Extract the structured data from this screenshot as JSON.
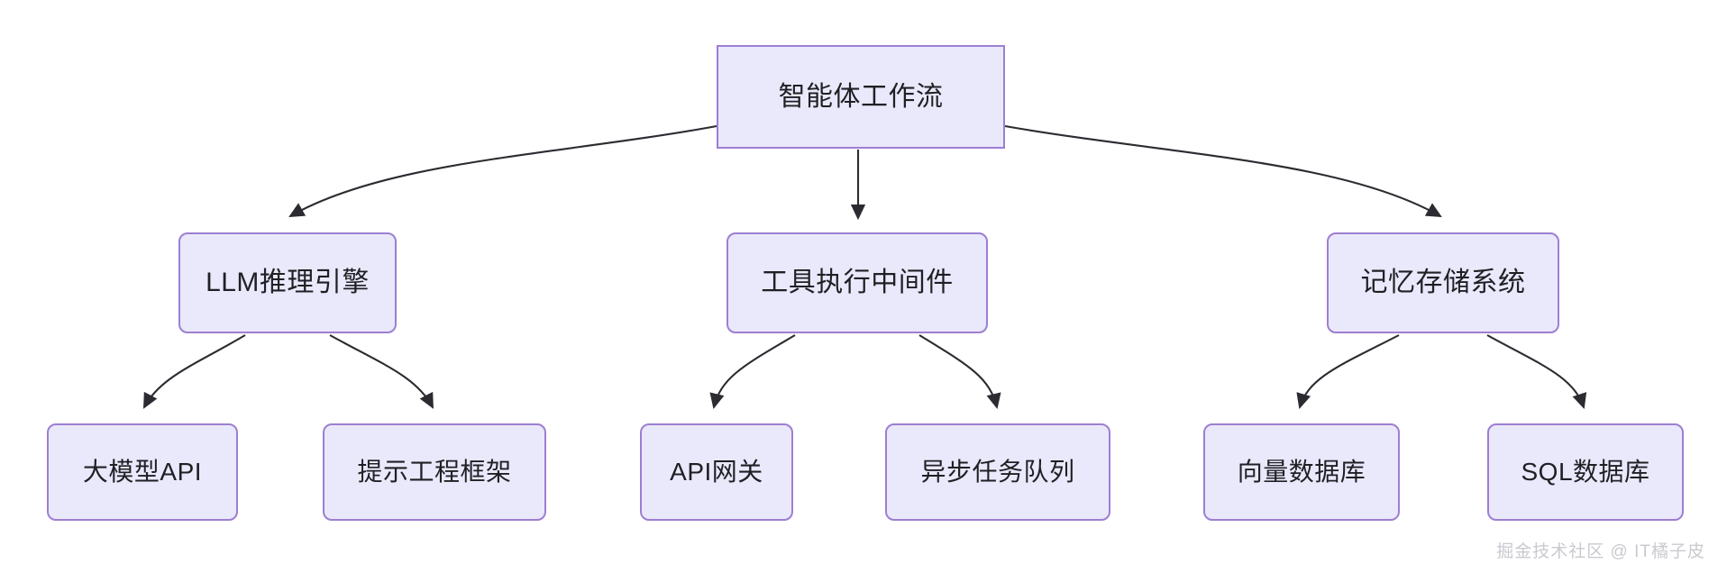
{
  "diagram": {
    "type": "flowchart-tree",
    "direction": "top-down",
    "colors": {
      "node_fill": "#eae8fb",
      "node_border": "#9d7fd1",
      "node_text": "#1f2024",
      "edge": "#2b2b31",
      "background": "#ffffff",
      "watermark_text": "#c9c9cf"
    },
    "root": {
      "label": "智能体工作流",
      "shape": "rectangle"
    },
    "levels": [
      {
        "name": "components",
        "nodes": [
          {
            "label": "LLM推理引擎",
            "shape": "rounded-rectangle"
          },
          {
            "label": "工具执行中间件",
            "shape": "rounded-rectangle"
          },
          {
            "label": "记忆存储系统",
            "shape": "rounded-rectangle"
          }
        ]
      },
      {
        "name": "implementations",
        "nodes": [
          {
            "label": "大模型API",
            "shape": "rounded-rectangle"
          },
          {
            "label": "提示工程框架",
            "shape": "rounded-rectangle"
          },
          {
            "label": "API网关",
            "shape": "rounded-rectangle"
          },
          {
            "label": "异步任务队列",
            "shape": "rounded-rectangle"
          },
          {
            "label": "向量数据库",
            "shape": "rounded-rectangle"
          },
          {
            "label": "SQL数据库",
            "shape": "rounded-rectangle"
          }
        ]
      }
    ],
    "edges": [
      {
        "from": "智能体工作流",
        "to": "LLM推理引擎"
      },
      {
        "from": "智能体工作流",
        "to": "工具执行中间件"
      },
      {
        "from": "智能体工作流",
        "to": "记忆存储系统"
      },
      {
        "from": "LLM推理引擎",
        "to": "大模型API"
      },
      {
        "from": "LLM推理引擎",
        "to": "提示工程框架"
      },
      {
        "from": "工具执行中间件",
        "to": "API网关"
      },
      {
        "from": "工具执行中间件",
        "to": "异步任务队列"
      },
      {
        "from": "记忆存储系统",
        "to": "向量数据库"
      },
      {
        "from": "记忆存储系统",
        "to": "SQL数据库"
      }
    ]
  },
  "watermark": {
    "text": "掘金技术社区 @ IT橘子皮"
  }
}
